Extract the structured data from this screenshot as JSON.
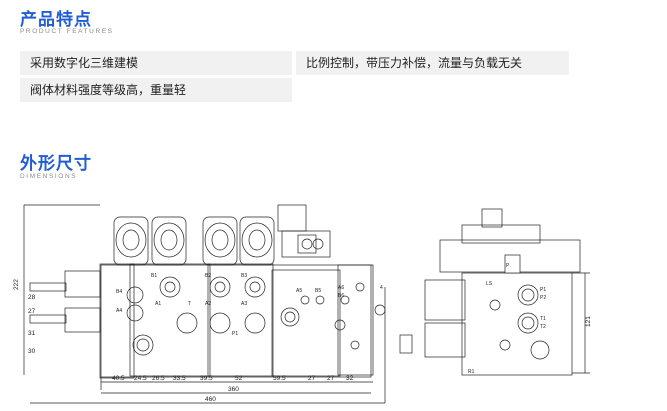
{
  "features_section": {
    "title": "产品特点",
    "subtitle": "PRODUCT FEATURES",
    "items": [
      "采用数字化三维建模",
      "比例控制，带压力补偿，流量与负载无关",
      "阀体材料强度等级高，重量轻"
    ]
  },
  "dimensions_section": {
    "title": "外形尺寸",
    "subtitle": "DIMENSIONS"
  },
  "drawing": {
    "overall_width": "460",
    "base_length": "360",
    "height_total": "222",
    "bottom_dims": [
      "40.5",
      "24.5",
      "26.5",
      "33.5",
      "39.5",
      "52",
      "59.5",
      "27",
      "27",
      "32"
    ],
    "left_dims": [
      "28",
      "27",
      "31",
      "30"
    ],
    "port_labels_front": [
      "B1",
      "B2",
      "B3",
      "B4",
      "A4",
      "A1",
      "T",
      "A2",
      "A3",
      "P1",
      "A5",
      "B5",
      "A6",
      "B6",
      "4"
    ],
    "side_labels": [
      "P",
      "LS",
      "P1",
      "P2",
      "T1",
      "T2",
      "R1"
    ],
    "side_dims": [
      "121"
    ]
  }
}
